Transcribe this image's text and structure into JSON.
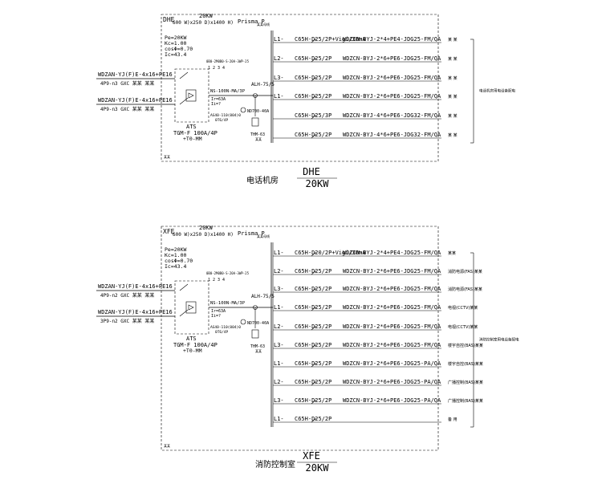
{
  "panels": [
    {
      "id": "dhe",
      "frame_title": "DHE",
      "frame_power": "20KW",
      "frame_dims": "600 W)x250 D)x1400 H)",
      "frame_brand": "Prisma P",
      "bus_note": "某某母线",
      "params": [
        "Pe=20KW",
        "Kc=1.00",
        "cosΦ=0.70",
        "Ic=43.4"
      ],
      "feeders": [
        {
          "cable": "WDZAN-YJ(F)E-4x16+PE16",
          "sub": "4P9-n3 GXC  某某  某某"
        },
        {
          "cable": "WDZAN-YJ(F)E-4x16+PE16",
          "sub": "4P9-n3 GXC  某某  某某"
        }
      ],
      "ats_label": "ATS",
      "ats_model": "TGM-F 100A/4P",
      "ats_sub": "+T0-MM",
      "breaker": "NS-100N-MA/3P",
      "breaker_params": [
        "Ir=63A",
        "Ii=?"
      ],
      "meter_top": "0B0-2M0B0-S-20A-3WP-25",
      "meter_nums": "1  2  3  4",
      "alh": "ALH-75/5",
      "contactor": "ND700-40A",
      "thm": "THM-63",
      "thm_sub": "某某",
      "cap": "AG40-110(004)0",
      "cap_sub": "0T6/4P",
      "bottom_note": "某某",
      "circuits": [
        {
          "id": "L1-",
          "desc": "C65H-D25/2P+Vigi/30mA",
          "cable": "WDZCN-BYJ-2*4+PE4-JDG25-FM/QA",
          "load": "某  某"
        },
        {
          "id": "L2-",
          "desc": "C65H-D25/2P",
          "cable": "WDZCN-BYJ-2*6+PE6-JDG25-FM/QA",
          "load": "某  某"
        },
        {
          "id": "L3-",
          "desc": "C65H-D25/2P",
          "cable": "WDZCN-BYJ-2*6+PE6-JDG25-FM/QA",
          "load": "某  某"
        },
        {
          "id": "L1-",
          "desc": "C65H-D25/2P",
          "cable": "WDZCN-BYJ-2*6+PE6-JDG25-FM/QA",
          "load": "某  某"
        },
        {
          "id": "",
          "desc": "C65H-D25/3P",
          "cable": "WDZCN-BYJ-4*6+PE6-JDG32-FM/QA",
          "load": "某  某"
        },
        {
          "id": "",
          "desc": "C65H-D25/2P",
          "cable": "WDZCN-BYJ-4*6+PE6-JDG32-FM/QA",
          "load": "某  某"
        }
      ],
      "side_note": "电话机房用电设备配电",
      "room": "电话机房",
      "tag_name": "DHE",
      "tag_power": "20KW"
    },
    {
      "id": "xfe",
      "frame_title": "XFE",
      "frame_power": "20KW",
      "frame_dims": "600 W)x250 D)x1400 H)",
      "frame_brand": "Prisma P",
      "bus_note": "某某母线",
      "params": [
        "Pe=20KW",
        "Kc=1.00",
        "cosΦ=0.70",
        "Ic=43.4"
      ],
      "feeders": [
        {
          "cable": "WDZAN-YJ(F)E-4x16+PE16",
          "sub": "4P9-n2 GXC  某某  某某"
        },
        {
          "cable": "WDZAN-YJ(F)E-4x16+PE16",
          "sub": "3P9-n2 GXC  某某  某某"
        }
      ],
      "ats_label": "ATS",
      "ats_model": "TGM-F 100A/4P",
      "ats_sub": "+T0-MM",
      "breaker": "NS-100N-MA/3P",
      "breaker_params": [
        "Ir=63A",
        "Ii=?"
      ],
      "meter_top": "0B0-2M0B0-S-20A-3WP-25",
      "meter_nums": "1  2  3  4",
      "alh": "ALH-75/5",
      "contactor": "ND700-40A",
      "thm": "THM-63",
      "thm_sub": "某某",
      "cap": "AG40-110(004)0",
      "cap_sub": "0T6/4P",
      "bottom_note": "某某",
      "circuits": [
        {
          "id": "L1-",
          "desc": "C65H-D20/2P+Vigi/30mA",
          "cable": "WDZCN-BYJ-2*4+PE4-JDG25-FM/QA",
          "load": "某某"
        },
        {
          "id": "L2-",
          "desc": "C65H-D25/2P",
          "cable": "WDZCN-BYJ-2*6+PE6-JDG25-FM/QA",
          "load": "消防电源(FAS)某某"
        },
        {
          "id": "L3-",
          "desc": "C65H-D25/2P",
          "cable": "WDZCN-BYJ-2*6+PE6-JDG25-FM/QA",
          "load": "消防电源(FAS)某某"
        },
        {
          "id": "L1-",
          "desc": "C65H-D25/2P",
          "cable": "WDZCN-BYJ-2*6+PE6-JDG25-FM/QA",
          "load": "电视(CCTV)某某"
        },
        {
          "id": "L2-",
          "desc": "C65H-D25/2P",
          "cable": "WDZCN-BYJ-2*6+PE6-JDG25-FM/QA",
          "load": "电视(CCTV)某某"
        },
        {
          "id": "L3-",
          "desc": "C65H-D25/2P",
          "cable": "WDZCN-BYJ-2*6+PE6-JDG25-FM/QA",
          "load": "楼宇自控(BAS)某某"
        },
        {
          "id": "L1-",
          "desc": "C65H-D25/2P",
          "cable": "WDZCN-BYJ-2*6+PE6-JDG25-PA/QA",
          "load": "楼宇自控(BAS)某某"
        },
        {
          "id": "L2-",
          "desc": "C65H-D25/2P",
          "cable": "WDZCN-BYJ-2*6+PE6-JDG25-PA/QA",
          "load": "广播控制(BAS)某某"
        },
        {
          "id": "L3-",
          "desc": "C65H-D25/2P",
          "cable": "WDZCN-BYJ-2*6+PE6-JDG25-PA/QA",
          "load": "广播控制(BAS)某某"
        },
        {
          "id": "L1-",
          "desc": "C65H-D25/2P",
          "cable": "",
          "load": "备  用"
        }
      ],
      "side_note": "消防控制室用电设备配电",
      "room": "消防控制室",
      "tag_name": "XFE",
      "tag_power": "20KW"
    }
  ]
}
